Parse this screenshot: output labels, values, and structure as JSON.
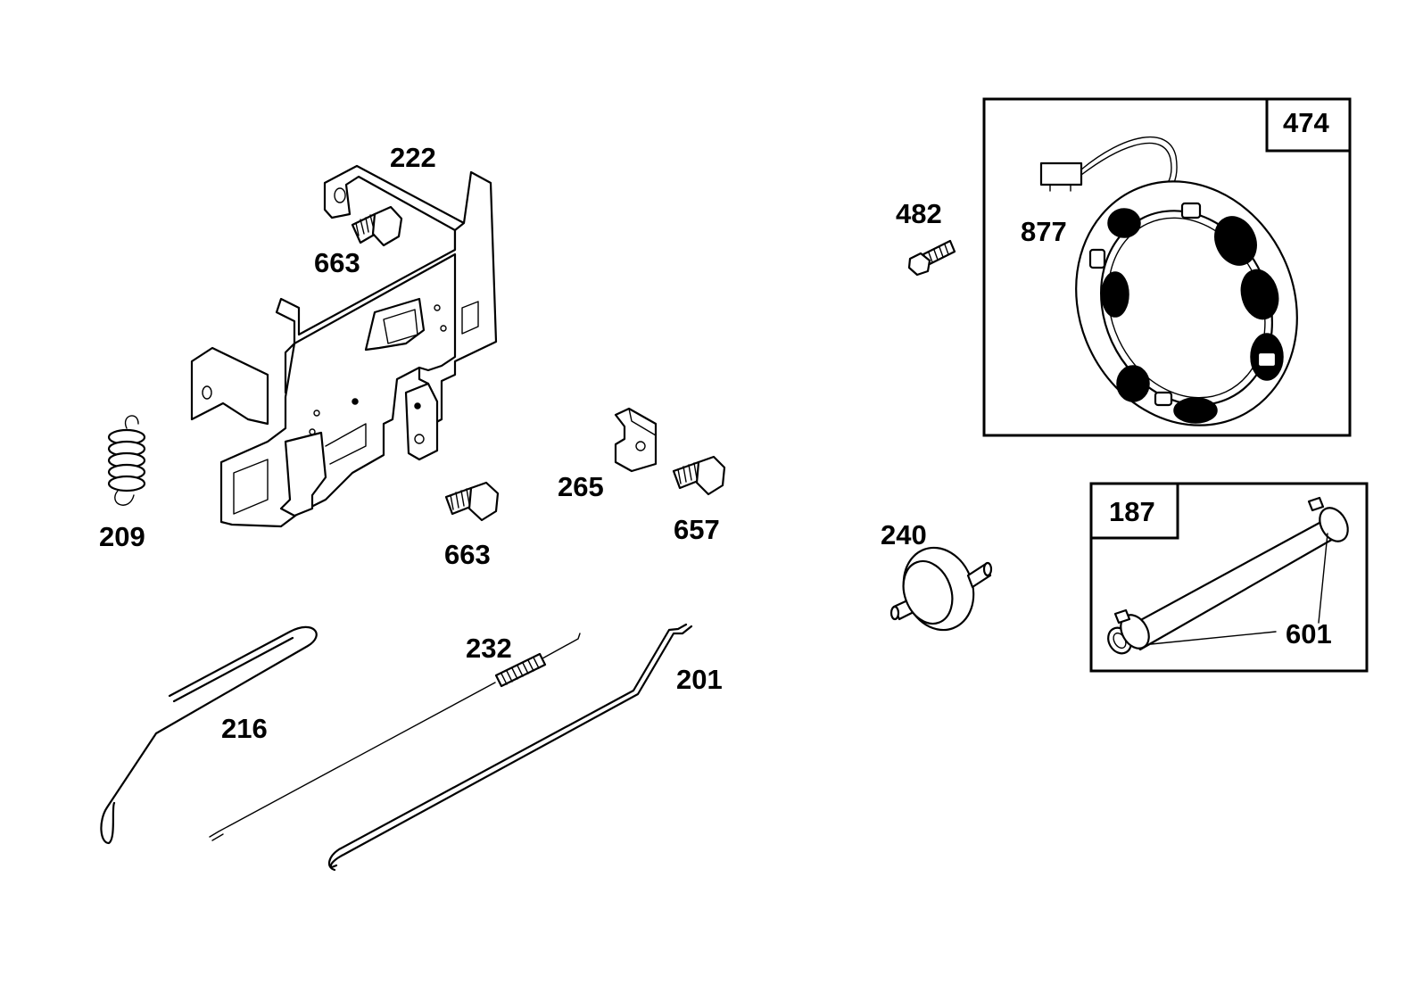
{
  "diagram": {
    "labels": {
      "p222": "222",
      "p663a": "663",
      "p663b": "663",
      "p209": "209",
      "p265": "265",
      "p657": "657",
      "p232": "232",
      "p201": "201",
      "p216": "216",
      "p482": "482",
      "p877": "877",
      "p474": "474",
      "p240": "240",
      "p187": "187",
      "p601": "601"
    }
  }
}
